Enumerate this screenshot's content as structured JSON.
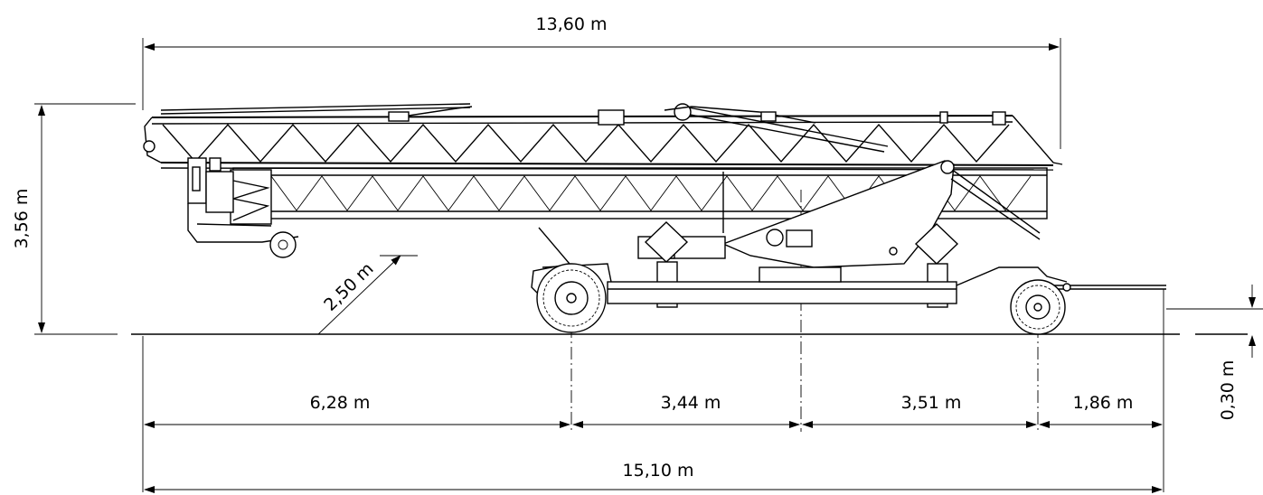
{
  "dimensions": {
    "top_length": "13,60 m",
    "height": "3,56 m",
    "clearance": "2,50 m",
    "seg_front": "6,28 m",
    "seg_axle": "3,44 m",
    "seg_rear": "3,51 m",
    "seg_drawbar": "1,86 m",
    "overall_length": "15,10 m",
    "ground_clearance": "0,30 m"
  }
}
